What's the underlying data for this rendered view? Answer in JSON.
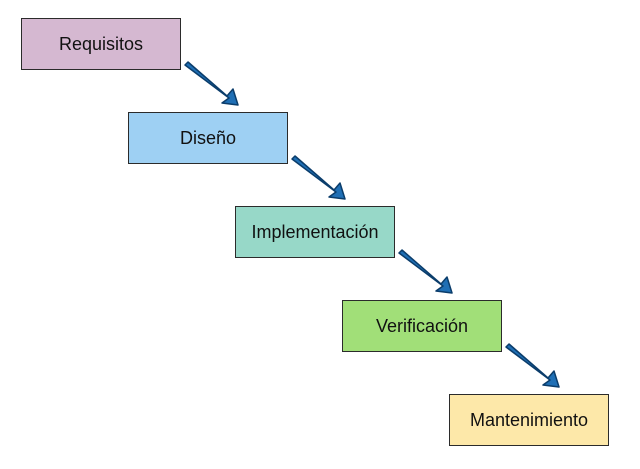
{
  "diagram": {
    "steps": [
      {
        "label": "Requisitos",
        "color": "#d5b8d1"
      },
      {
        "label": "Diseño",
        "color": "#9ed0f3"
      },
      {
        "label": "Implementación",
        "color": "#97d8c8"
      },
      {
        "label": "Verificación",
        "color": "#a1df78"
      },
      {
        "label": "Mantenimiento",
        "color": "#fde8a9"
      }
    ],
    "arrow_color": "#1f6fb5",
    "arrow_outline": "#0b3d6b"
  }
}
